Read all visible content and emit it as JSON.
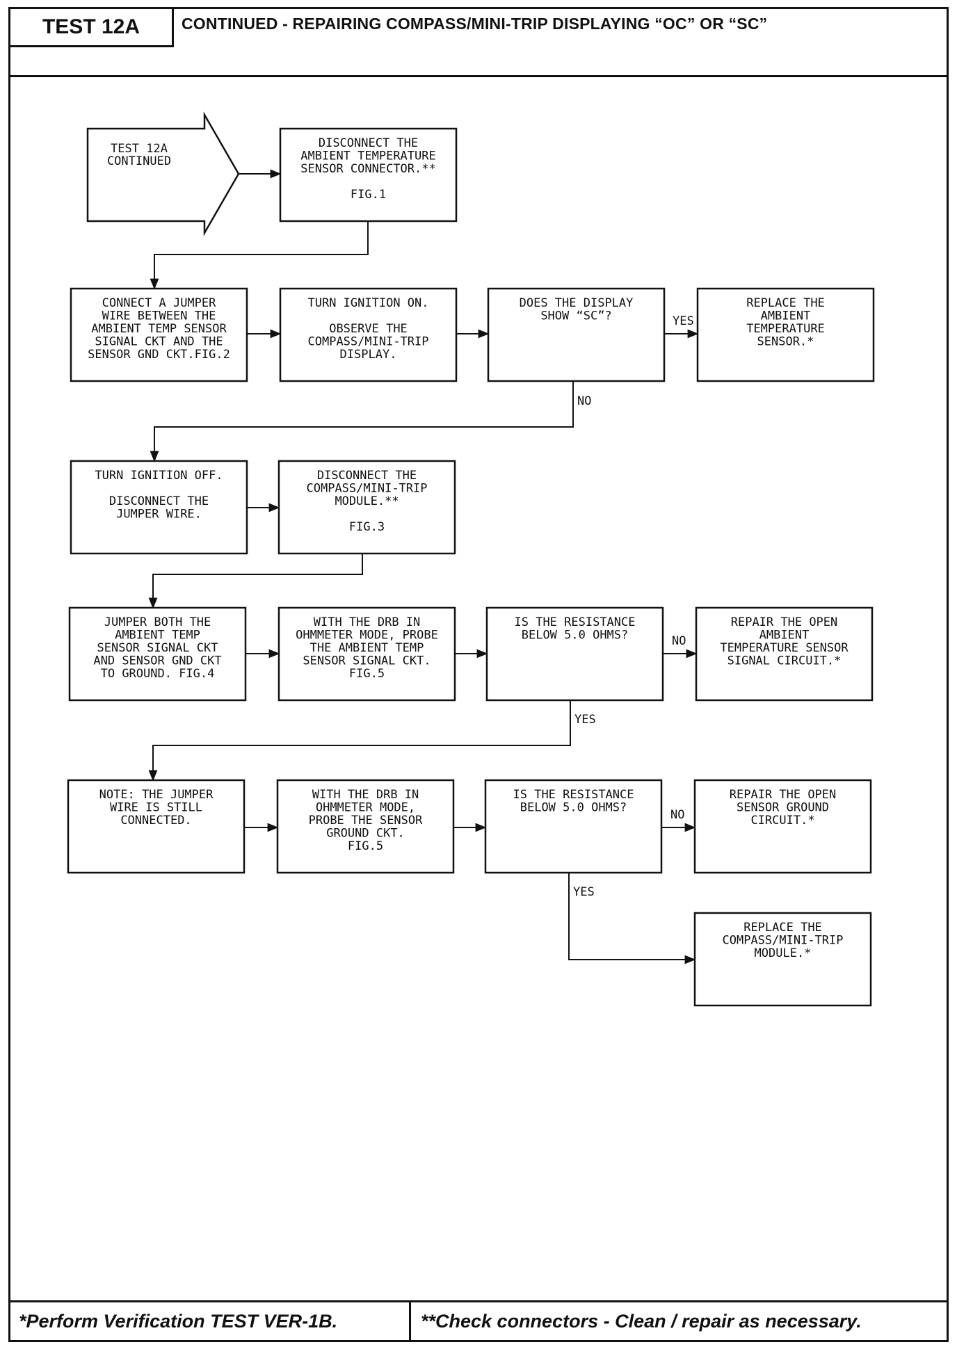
{
  "header": {
    "test_label": "TEST 12A",
    "title": "CONTINUED - REPAIRING COMPASS/MINI-TRIP DISPLAYING “OC” OR “SC”"
  },
  "footer": {
    "verification_note": "*Perform Verification TEST VER-1B.",
    "connector_note": "**Check connectors - Clean / repair as necessary."
  },
  "flowchart": {
    "start": {
      "lines": [
        "TEST 12A",
        "CONTINUED"
      ]
    },
    "nodes": {
      "disconnect_ambient": {
        "lines": [
          "DISCONNECT THE",
          "AMBIENT TEMPERATURE",
          "SENSOR CONNECTOR.**",
          "",
          "FIG.1"
        ]
      },
      "connect_jumper": {
        "lines": [
          "CONNECT A JUMPER",
          "WIRE BETWEEN THE",
          "AMBIENT TEMP SENSOR",
          "SIGNAL CKT AND THE",
          "SENSOR GND CKT.FIG.2"
        ]
      },
      "ignition_on": {
        "lines": [
          "TURN IGNITION ON.",
          "",
          "OBSERVE THE",
          "COMPASS/MINI-TRIP",
          "DISPLAY."
        ]
      },
      "display_sc": {
        "lines": [
          "DOES THE DISPLAY",
          "SHOW “SC”?"
        ]
      },
      "replace_sensor": {
        "lines": [
          "REPLACE THE",
          "AMBIENT",
          "TEMPERATURE",
          "SENSOR.*"
        ]
      },
      "ignition_off": {
        "lines": [
          "TURN IGNITION OFF.",
          "",
          "DISCONNECT THE",
          "JUMPER WIRE."
        ]
      },
      "disconnect_module": {
        "lines": [
          "DISCONNECT THE",
          "COMPASS/MINI-TRIP",
          "MODULE.**",
          "",
          "FIG.3"
        ]
      },
      "jumper_both": {
        "lines": [
          "JUMPER BOTH THE",
          "AMBIENT TEMP",
          "SENSOR SIGNAL CKT",
          "AND SENSOR GND CKT",
          "TO GROUND. FIG.4"
        ]
      },
      "probe_signal": {
        "lines": [
          "WITH THE DRB IN",
          "OHMMETER MODE, PROBE",
          "THE AMBIENT TEMP",
          "SENSOR SIGNAL CKT.",
          "FIG.5"
        ]
      },
      "resistance_1": {
        "lines": [
          "IS THE RESISTANCE",
          "BELOW 5.0 OHMS?"
        ]
      },
      "repair_signal": {
        "lines": [
          "REPAIR THE OPEN",
          "AMBIENT",
          "TEMPERATURE SENSOR",
          "SIGNAL CIRCUIT.*"
        ]
      },
      "note_jumper": {
        "lines": [
          "NOTE:  THE JUMPER",
          "WIRE IS STILL",
          "CONNECTED."
        ]
      },
      "probe_ground": {
        "lines": [
          "WITH THE DRB IN",
          "OHMMETER MODE,",
          "PROBE THE SENSOR",
          "GROUND CKT.",
          "FIG.5"
        ]
      },
      "resistance_2": {
        "lines": [
          "IS THE RESISTANCE",
          "BELOW 5.0 OHMS?"
        ]
      },
      "repair_ground": {
        "lines": [
          "REPAIR THE OPEN",
          "SENSOR GROUND",
          "CIRCUIT.*"
        ]
      },
      "replace_module": {
        "lines": [
          "REPLACE THE",
          "COMPASS/MINI-TRIP",
          "MODULE.*"
        ]
      }
    },
    "edge_labels": {
      "sc_yes": "YES",
      "sc_no": "NO",
      "res1_no": "NO",
      "res1_yes": "YES",
      "res2_no": "NO",
      "res2_yes": "YES"
    }
  }
}
